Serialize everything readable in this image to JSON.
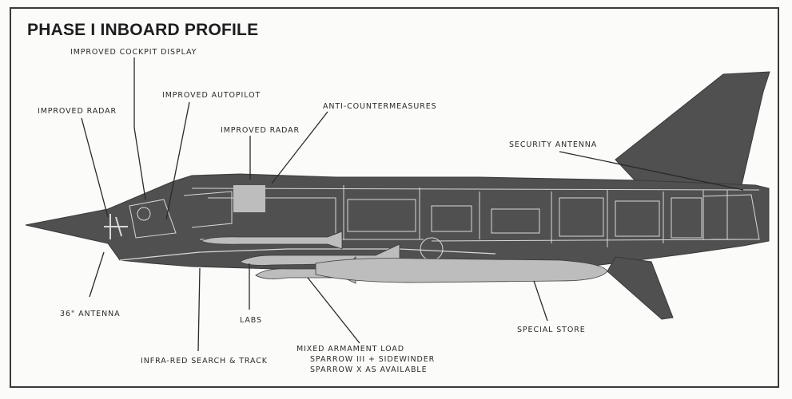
{
  "title": "PHASE I INBOARD PROFILE",
  "colors": {
    "fuselage": "#505050",
    "stores": "#bdbdbd",
    "lines": "#2a2a2a",
    "internal": "#d8d8d8"
  },
  "callouts": {
    "improved_cockpit_display": "IMPROVED COCKPIT DISPLAY",
    "improved_autopilot": "IMPROVED AUTOPILOT",
    "improved_radar_nose": "IMPROVED RADAR",
    "improved_radar_bay": "IMPROVED RADAR",
    "anti_countermeasures": "ANTI-COUNTERMEASURES",
    "security_antenna": "SECURITY ANTENNA",
    "antenna_36": "36\" ANTENNA",
    "labs": "LABS",
    "special_store": "SPECIAL STORE",
    "infra_red": "INFRA-RED SEARCH & TRACK",
    "mixed_armament": {
      "line1": "MIXED ARMAMENT LOAD",
      "line2": "SPARROW III + SIDEWINDER",
      "line3": "SPARROW X AS AVAILABLE"
    }
  }
}
